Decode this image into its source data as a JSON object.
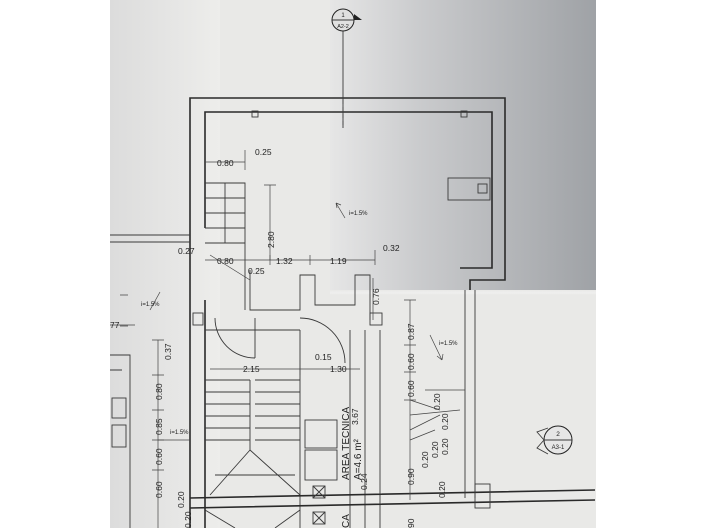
{
  "section_markers": [
    {
      "number": "1",
      "sheet": "A2-2"
    },
    {
      "number": "2",
      "sheet": "A3-1"
    }
  ],
  "dimensions": {
    "top_080": "0.80",
    "top_025": "0.25",
    "v_280": "2.80",
    "left_027": "0.27",
    "mid_080": "0.80",
    "mid_025": "0.25",
    "d_132": "1.32",
    "d_119": "1.19",
    "d_032": "0.32",
    "d_076": "0.76",
    "d_015": "0.15",
    "d_215": "2.15",
    "d_130": "1.30",
    "d_367": "3.67",
    "d_024": "0.24",
    "r_087": "0.87",
    "r_060a": "0.60",
    "r_060b": "0.60",
    "r_020a": "0.20",
    "r_020b": "0.20",
    "r_020c": "0.20",
    "r_020d": "0.20",
    "r_020e": "0.20",
    "r_020f": "0.20",
    "r_090": "0.90",
    "r_090b": "90",
    "l_037": "0.37",
    "l_080": "0.80",
    "l_085": "0.85",
    "l_060a": "0.60",
    "l_060b": "0.60",
    "l_020a": "0.20",
    "l_020b": "0.20",
    "l_77": "77"
  },
  "slope_labels": [
    "i=1.5%",
    "i=1.5%",
    "i=1.5%",
    "i=1.5%"
  ],
  "room": {
    "name": "AREA TECNICA",
    "area": "A=4.6 m²",
    "partial_label": "CA"
  },
  "colors": {
    "paper": "#e9e9e7",
    "shadow": "#a9abae",
    "ink": "#2a2a2a"
  }
}
